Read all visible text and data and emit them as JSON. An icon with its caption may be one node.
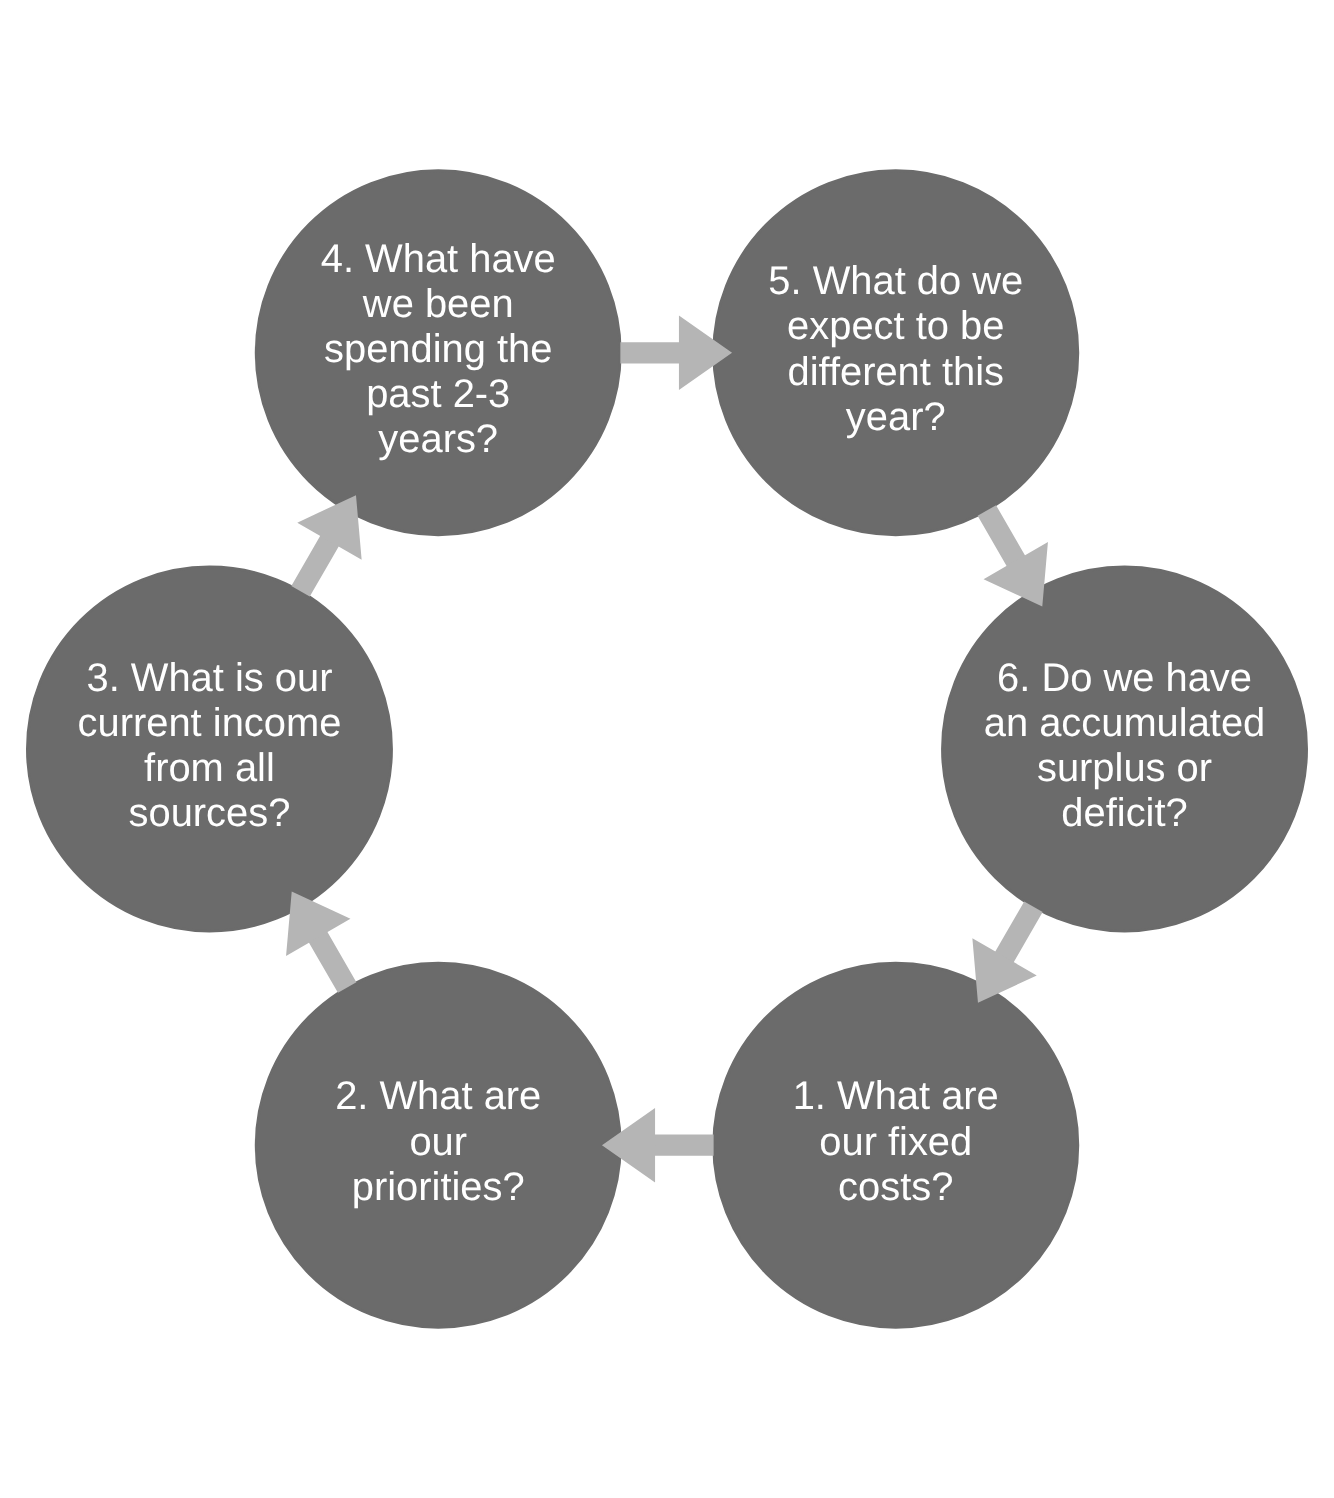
{
  "diagram": {
    "nodes": [
      {
        "text": [
          "1. What are our fixed costs?"
        ]
      },
      {
        "text": [
          "2. What are our priorities?"
        ]
      },
      {
        "text": [
          "3. What is our current income from all sources?"
        ]
      },
      {
        "text": [
          "4. What have we been spending the past 2-3 years?"
        ]
      },
      {
        "text": [
          "5. What do we expect to be different this year?"
        ]
      },
      {
        "text": [
          "6. Do we have an accumulated surplus or deficit?"
        ]
      }
    ],
    "edges": [
      {
        "from": 0,
        "to": 1,
        "arrow": "to"
      },
      {
        "from": 1,
        "to": 2,
        "arrow": "to"
      },
      {
        "from": 2,
        "to": 3,
        "arrow": "to"
      },
      {
        "from": 3,
        "to": 4,
        "arrow": "to"
      },
      {
        "from": 4,
        "to": 5,
        "arrow": "to"
      },
      {
        "from": 5,
        "to": 0,
        "arrow": "to"
      }
    ]
  }
}
